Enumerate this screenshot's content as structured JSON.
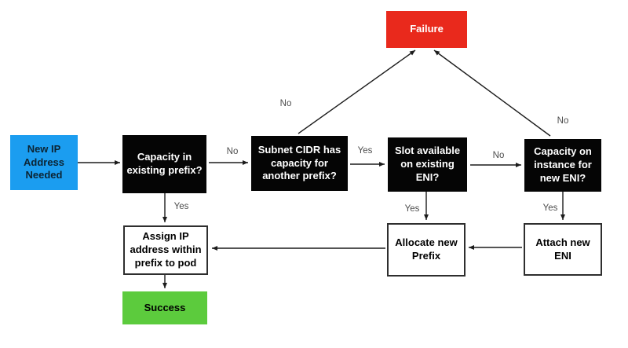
{
  "diagram": {
    "type": "flowchart",
    "topic": "IP address assignment / prefix delegation decision flow",
    "colors": {
      "start_fill": "#1b9df0",
      "decision_fill": "#050505",
      "failure_fill": "#e9291c",
      "success_fill": "#5ccb3d",
      "action_fill": "#ffffff",
      "arrow": "#1c1c1c",
      "edge_label_text": "#4d4d4d"
    },
    "nodes": {
      "new_ip": {
        "label": "New IP\nAddress\nNeeded",
        "kind": "start"
      },
      "capacity_prefix": {
        "label": "Capacity in\nexisting prefix?",
        "kind": "decision"
      },
      "subnet_cidr": {
        "label": "Subnet CIDR has\ncapacity for\nanother prefix?",
        "kind": "decision"
      },
      "slot_eni": {
        "label": "Slot available\non existing\nENI?",
        "kind": "decision"
      },
      "capacity_instance": {
        "label": "Capacity on\ninstance for\nnew ENI?",
        "kind": "decision"
      },
      "failure": {
        "label": "Failure",
        "kind": "failure"
      },
      "assign_ip": {
        "label": "Assign IP\naddress within\nprefix to pod",
        "kind": "action"
      },
      "allocate_prefix": {
        "label": "Allocate new\nPrefix",
        "kind": "action"
      },
      "attach_eni": {
        "label": "Attach new\nENI",
        "kind": "action"
      },
      "success": {
        "label": "Success",
        "kind": "success"
      }
    },
    "edges": [
      {
        "from": "new_ip",
        "to": "capacity_prefix",
        "label": ""
      },
      {
        "from": "capacity_prefix",
        "to": "subnet_cidr",
        "label": "No"
      },
      {
        "from": "capacity_prefix",
        "to": "assign_ip",
        "label": "Yes"
      },
      {
        "from": "subnet_cidr",
        "to": "failure",
        "label": "No"
      },
      {
        "from": "subnet_cidr",
        "to": "slot_eni",
        "label": "Yes"
      },
      {
        "from": "slot_eni",
        "to": "capacity_instance",
        "label": "No"
      },
      {
        "from": "slot_eni",
        "to": "allocate_prefix",
        "label": "Yes"
      },
      {
        "from": "capacity_instance",
        "to": "failure",
        "label": "No"
      },
      {
        "from": "capacity_instance",
        "to": "attach_eni",
        "label": "Yes"
      },
      {
        "from": "attach_eni",
        "to": "allocate_prefix",
        "label": ""
      },
      {
        "from": "allocate_prefix",
        "to": "assign_ip",
        "label": ""
      },
      {
        "from": "assign_ip",
        "to": "success",
        "label": ""
      }
    ]
  }
}
